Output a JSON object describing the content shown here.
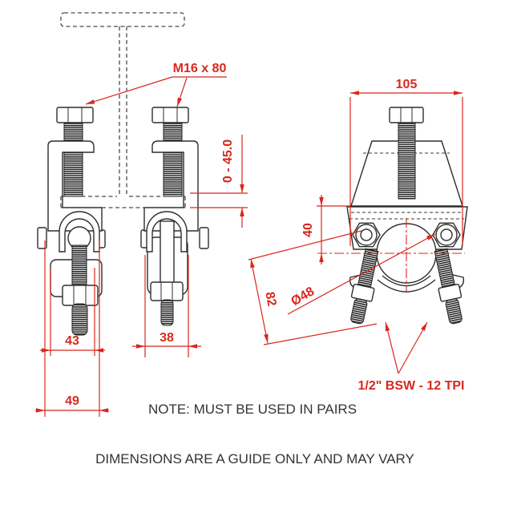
{
  "dimensions": {
    "bolt_spec": "M16 x 80",
    "overall_width": "105",
    "adjustment_range": "0 - 45.0",
    "centre_height": "40",
    "diagonal_span": "82",
    "tube_diameter": "Ø48",
    "coupler_width": "43",
    "hanger_width": "38",
    "base_width": "49",
    "stud_thread": "1/2\" BSW - 12 TPI"
  },
  "notes": {
    "pairs_note": "NOTE: MUST BE USED IN PAIRS",
    "disclaimer": "DIMENSIONS ARE A GUIDE ONLY AND MAY VARY"
  },
  "colors": {
    "dimension_red": "#d8281e",
    "outline_black": "#2e2e2e",
    "hidden_line_gray": "#4a4a4a",
    "note_text": "#333333",
    "background": "#ffffff"
  }
}
